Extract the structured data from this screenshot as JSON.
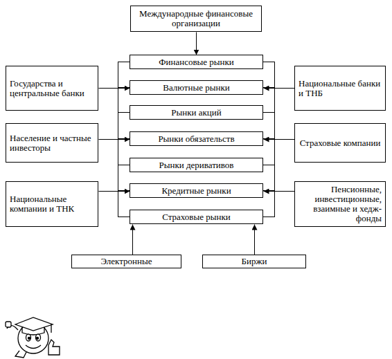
{
  "diagram": {
    "nodes": [
      {
        "text": [
          "Международные финансовые организации"
        ]
      },
      {
        "text": [
          "Финансовые рынки"
        ]
      },
      {
        "text": [
          "Валютные рынки"
        ]
      },
      {
        "text": [
          "Рынки акций"
        ]
      },
      {
        "text": [
          "Рынки обязательств"
        ]
      },
      {
        "text": [
          "Рынки деривативов"
        ]
      },
      {
        "text": [
          "Кредитные рынки"
        ]
      },
      {
        "text": [
          "Страховые рынки"
        ]
      },
      {
        "text": [
          "Государства и центральные банки"
        ]
      },
      {
        "text": [
          "Население и частные инвесторы"
        ]
      },
      {
        "text": [
          "Национальные компании и ТНК"
        ]
      },
      {
        "text": [
          "Национальные банки и ТНБ"
        ]
      },
      {
        "text": [
          "Страховые компании"
        ]
      },
      {
        "text": [
          "Пенсионные, инвестиционные, взаимные и хедж-фонды"
        ]
      },
      {
        "text": [
          "Электронные"
        ]
      },
      {
        "text": [
          "Биржи"
        ]
      }
    ],
    "edges": [
      {
        "from": 0,
        "to": 1,
        "arrow": "to"
      },
      {
        "from": 8,
        "to": 2,
        "arrow": "to"
      },
      {
        "from": 9,
        "to": 4,
        "arrow": "to"
      },
      {
        "from": 10,
        "to": 6,
        "arrow": "to"
      },
      {
        "from": 11,
        "to": 2,
        "arrow": "to"
      },
      {
        "from": 12,
        "to": 4,
        "arrow": "to"
      },
      {
        "from": 13,
        "to": 6,
        "arrow": "to"
      },
      {
        "from": 14,
        "to": 7,
        "arrow": "to"
      },
      {
        "from": 15,
        "to": 7,
        "arrow": "to"
      }
    ]
  }
}
